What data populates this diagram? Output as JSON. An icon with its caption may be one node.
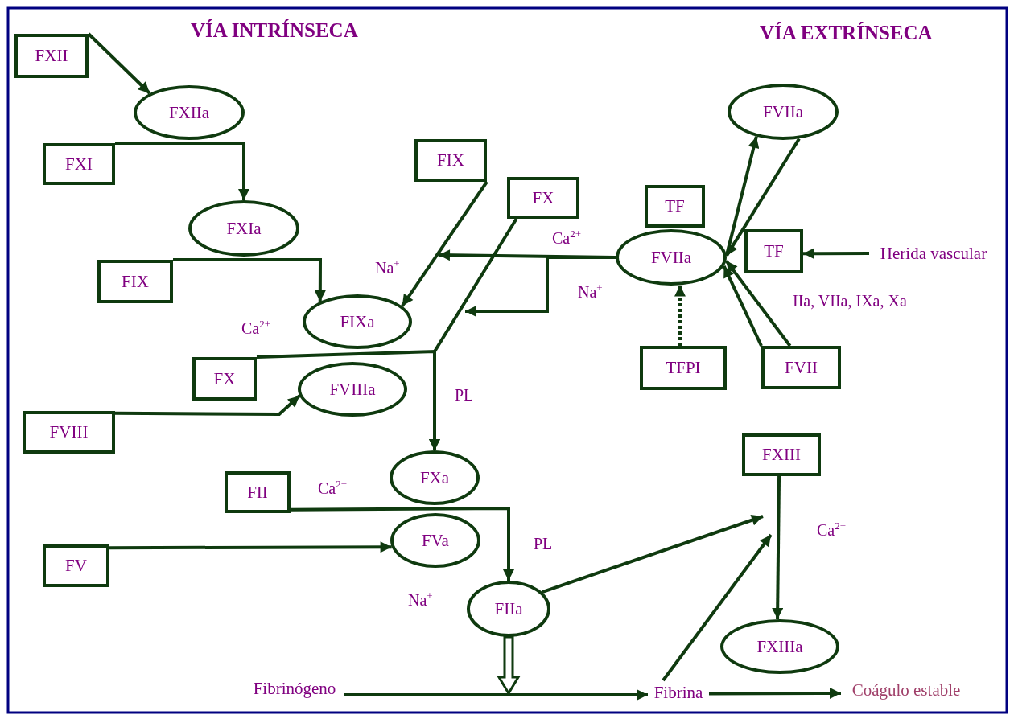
{
  "diagram": {
    "nodes": [
      {
        "text": [
          "FXII"
        ]
      },
      {
        "text": [
          "FXIIa"
        ]
      },
      {
        "text": [
          "FXI"
        ]
      },
      {
        "text": [
          "FXIa"
        ]
      },
      {
        "text": [
          "FIX"
        ]
      },
      {
        "text": [
          "FIX"
        ]
      },
      {
        "text": [
          "FX"
        ]
      },
      {
        "text": [
          "TF"
        ]
      },
      {
        "text": [
          "FVIIa"
        ]
      },
      {
        "text": [
          "FVIIa"
        ]
      },
      {
        "text": [
          "TF"
        ]
      },
      {
        "text": [
          "Herida vascular"
        ]
      },
      {
        "text": [
          "FIXa"
        ]
      },
      {
        "text": [
          "FX"
        ]
      },
      {
        "text": [
          "FVIIIa"
        ]
      },
      {
        "text": [
          "FVIII"
        ]
      },
      {
        "text": [
          "TFPI"
        ]
      },
      {
        "text": [
          "FVII"
        ]
      },
      {
        "text": [
          "FXa"
        ]
      },
      {
        "text": [
          "FII"
        ]
      },
      {
        "text": [
          "FVa"
        ]
      },
      {
        "text": [
          "FV"
        ]
      },
      {
        "text": [
          "FIIa"
        ]
      },
      {
        "text": [
          "FXIII"
        ]
      },
      {
        "text": [
          "FXIIIa"
        ]
      },
      {
        "text": [
          "Fibrinógeno"
        ]
      },
      {
        "text": [
          "Fibrina"
        ]
      },
      {
        "text": [
          "Coágulo estable"
        ]
      }
    ],
    "edges": [
      {
        "from": 0,
        "to": 1,
        "arrow": "to"
      },
      {
        "from": 2,
        "to": 3,
        "arrow": "to"
      },
      {
        "from": 4,
        "to": 12,
        "arrow": "to"
      },
      {
        "from": 5,
        "to": 12,
        "arrow": "to"
      },
      {
        "from": 6,
        "to": 18,
        "arrow": "to"
      },
      {
        "from": 13,
        "to": 18,
        "arrow": "to"
      },
      {
        "from": 9,
        "to": null,
        "arrow": "to"
      },
      {
        "from": 9,
        "to": null,
        "arrow": "to"
      },
      {
        "from": 9,
        "to": 8,
        "arrow": "to"
      },
      {
        "from": 8,
        "to": 9,
        "arrow": "to"
      },
      {
        "from": 11,
        "to": 10,
        "arrow": "to"
      },
      {
        "from": 17,
        "to": 9,
        "arrow": "to"
      },
      {
        "from": 17,
        "to": 9,
        "arrow": "to"
      },
      {
        "from": 16,
        "to": 9,
        "arrow": "to",
        "style": "dashed"
      },
      {
        "from": 15,
        "to": 14,
        "arrow": "to"
      },
      {
        "from": 19,
        "to": 22,
        "arrow": "to"
      },
      {
        "from": 21,
        "to": 20,
        "arrow": "to"
      },
      {
        "from": 22,
        "to": null,
        "arrow": "to"
      },
      {
        "from": 26,
        "to": null,
        "arrow": "to"
      },
      {
        "from": 23,
        "to": 24,
        "arrow": "to"
      },
      {
        "from": 22,
        "to": null,
        "arrow": "to",
        "style": "thick"
      },
      {
        "from": 25,
        "to": 26,
        "arrow": "to"
      },
      {
        "from": 26,
        "to": 27,
        "arrow": "to"
      }
    ],
    "labels": [
      "VÍA INTRÍNSECA",
      "VÍA EXTRÍNSECA",
      "Ca$^{2+}$",
      "Na$^{+}$",
      "Na$^{+}$",
      "IIa, VIIa, IXa, Xa",
      "Ca$^{2+}$",
      "PL",
      "Ca$^{2+}$",
      "Ca$^{2+}$",
      "PL",
      "Na$^{+}$"
    ]
  }
}
